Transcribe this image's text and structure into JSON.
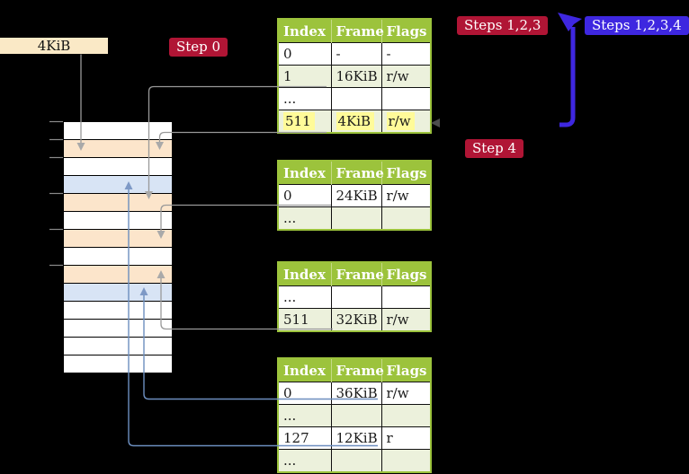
{
  "labels": {
    "page_size": "4KiB",
    "step0": "Step 0",
    "steps123": "Steps 1,2,3",
    "steps1234": "Steps 1,2,3,4",
    "step4": "Step 4"
  },
  "colors": {
    "step_badge_red": "#b01535",
    "steps_badge_blue": "#3e27e0",
    "table_header_green": "#9cc33c",
    "table_row_alt_green": "#ecf1dc",
    "cell_highlight_yellow": "#fffb99",
    "memory_row_orange": "#fce5cb",
    "memory_row_blue": "#d8e4f5",
    "connector_grey": "#999999",
    "connector_blue": "#6c8ebf",
    "page_size_box": "#fae9c6"
  },
  "memory": {
    "rows": [
      "white",
      "orange",
      "white",
      "blue",
      "orange",
      "white",
      "orange",
      "white",
      "orange",
      "blue",
      "white",
      "white",
      "white",
      "white"
    ]
  },
  "tables": [
    {
      "headers": [
        "Index",
        "Frame",
        "Flags"
      ],
      "rows": [
        {
          "cells": [
            "0",
            "-",
            "-"
          ],
          "alt": false,
          "highlight": false
        },
        {
          "cells": [
            "1",
            "16KiB",
            "r/w"
          ],
          "alt": true,
          "highlight": false
        },
        {
          "cells": [
            "...",
            "",
            ""
          ],
          "alt": false,
          "highlight": false
        },
        {
          "cells": [
            "511",
            "4KiB",
            "r/w"
          ],
          "alt": true,
          "highlight": true
        }
      ]
    },
    {
      "headers": [
        "Index",
        "Frame",
        "Flags"
      ],
      "rows": [
        {
          "cells": [
            "0",
            "24KiB",
            "r/w"
          ],
          "alt": false,
          "highlight": false
        },
        {
          "cells": [
            "...",
            "",
            ""
          ],
          "alt": true,
          "highlight": false
        }
      ]
    },
    {
      "headers": [
        "Index",
        "Frame",
        "Flags"
      ],
      "rows": [
        {
          "cells": [
            "...",
            "",
            ""
          ],
          "alt": false,
          "highlight": false
        },
        {
          "cells": [
            "511",
            "32KiB",
            "r/w"
          ],
          "alt": true,
          "highlight": false
        }
      ]
    },
    {
      "headers": [
        "Index",
        "Frame",
        "Flags"
      ],
      "rows": [
        {
          "cells": [
            "0",
            "36KiB",
            "r/w"
          ],
          "alt": false,
          "highlight": false
        },
        {
          "cells": [
            "...",
            "",
            ""
          ],
          "alt": true,
          "highlight": false
        },
        {
          "cells": [
            "127",
            "12KiB",
            "r"
          ],
          "alt": false,
          "highlight": false
        },
        {
          "cells": [
            "...",
            "",
            ""
          ],
          "alt": true,
          "highlight": false
        }
      ]
    }
  ]
}
